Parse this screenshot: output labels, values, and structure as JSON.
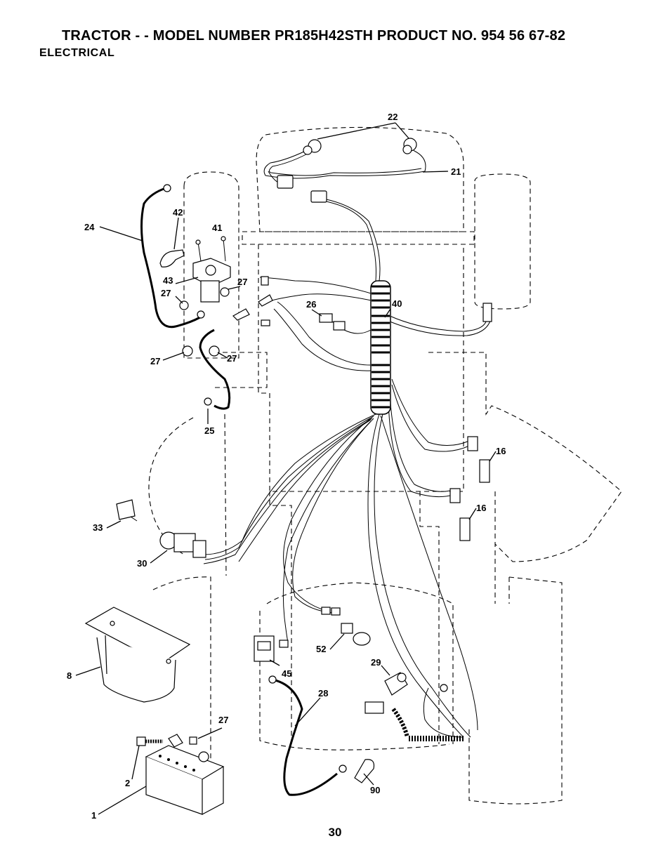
{
  "header": {
    "title": "TRACTOR - - MODEL NUMBER PR185H42STH PRODUCT NO. 954 56 67-82",
    "section": "ELECTRICAL"
  },
  "page_number": "30",
  "callouts": [
    "22",
    "21",
    "24",
    "42",
    "41",
    "43",
    "27",
    "27",
    "26",
    "40",
    "27",
    "27",
    "25",
    "16",
    "16",
    "33",
    "30",
    "8",
    "52",
    "45",
    "29",
    "28",
    "27",
    "2",
    "90",
    "1"
  ]
}
